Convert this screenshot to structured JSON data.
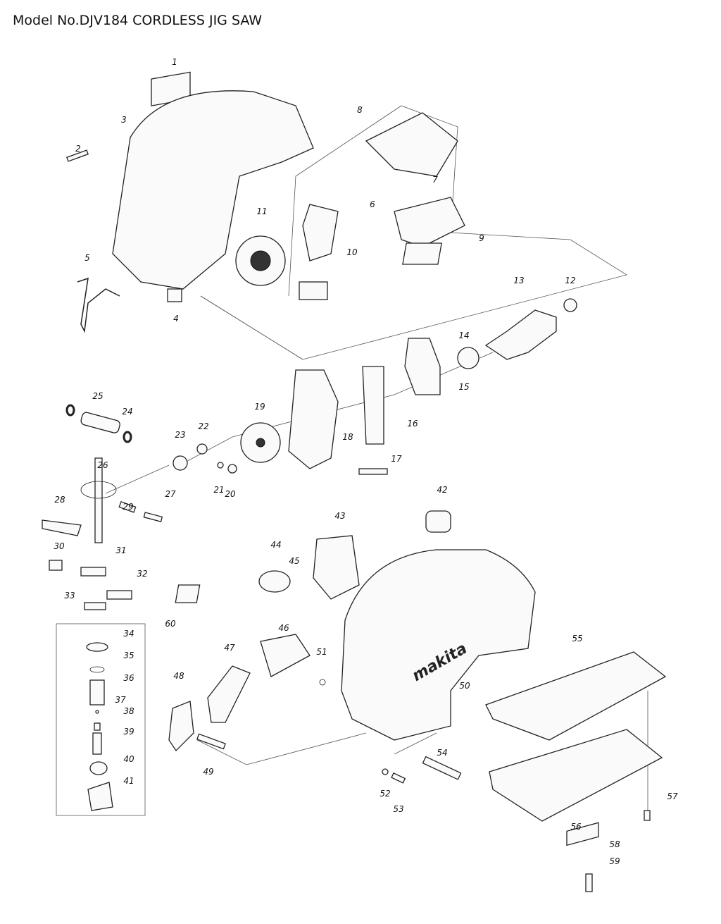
{
  "title": "Model No.DJV184 CORDLESS JIG SAW",
  "part_labels": [
    "1",
    "2",
    "3",
    "4",
    "5",
    "6",
    "7",
    "8",
    "9",
    "10",
    "11",
    "12",
    "13",
    "14",
    "15",
    "16",
    "17",
    "18",
    "19",
    "20",
    "21",
    "22",
    "23",
    "24",
    "25",
    "26",
    "27",
    "28",
    "29",
    "30",
    "31",
    "32",
    "33",
    "34",
    "35",
    "36",
    "37",
    "38",
    "39",
    "40",
    "41",
    "42",
    "43",
    "44",
    "45",
    "46",
    "47",
    "48",
    "49",
    "50",
    "51",
    "52",
    "53",
    "54",
    "55",
    "56",
    "57",
    "58",
    "59",
    "60"
  ],
  "brand_logo": "makita"
}
